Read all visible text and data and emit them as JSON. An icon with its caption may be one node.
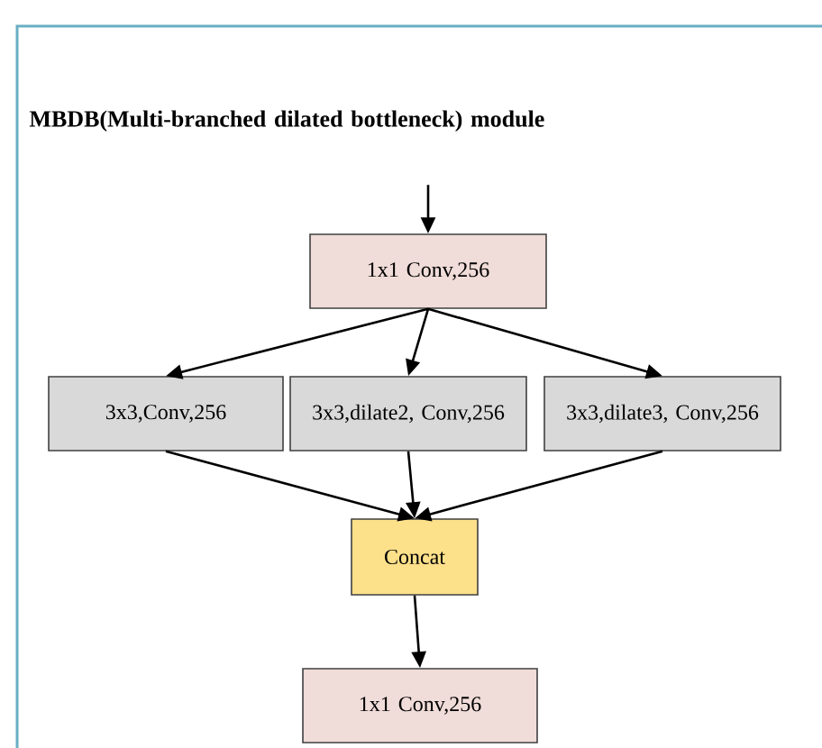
{
  "diagram": {
    "title": "MBDB(Multi-branched dilated bottleneck) module",
    "nodes": [
      {
        "text": [
          "1x1 Conv,256"
        ]
      },
      {
        "text": [
          "3x3,Conv,256"
        ]
      },
      {
        "text": [
          "3x3,dilate2, Conv,256"
        ]
      },
      {
        "text": [
          "3x3,dilate3, Conv,256"
        ]
      },
      {
        "text": [
          "Concat"
        ]
      },
      {
        "text": [
          "1x1 Conv,256"
        ]
      }
    ],
    "edges": [
      {
        "from": null,
        "to": 0,
        "arrow": "to"
      },
      {
        "from": 0,
        "to": 1,
        "arrow": "to"
      },
      {
        "from": 0,
        "to": 2,
        "arrow": "to"
      },
      {
        "from": 0,
        "to": 3,
        "arrow": "to"
      },
      {
        "from": 1,
        "to": 4,
        "arrow": "to"
      },
      {
        "from": 2,
        "to": 4,
        "arrow": "to"
      },
      {
        "from": 3,
        "to": 4,
        "arrow": "to"
      },
      {
        "from": 4,
        "to": 5,
        "arrow": "to"
      }
    ]
  }
}
